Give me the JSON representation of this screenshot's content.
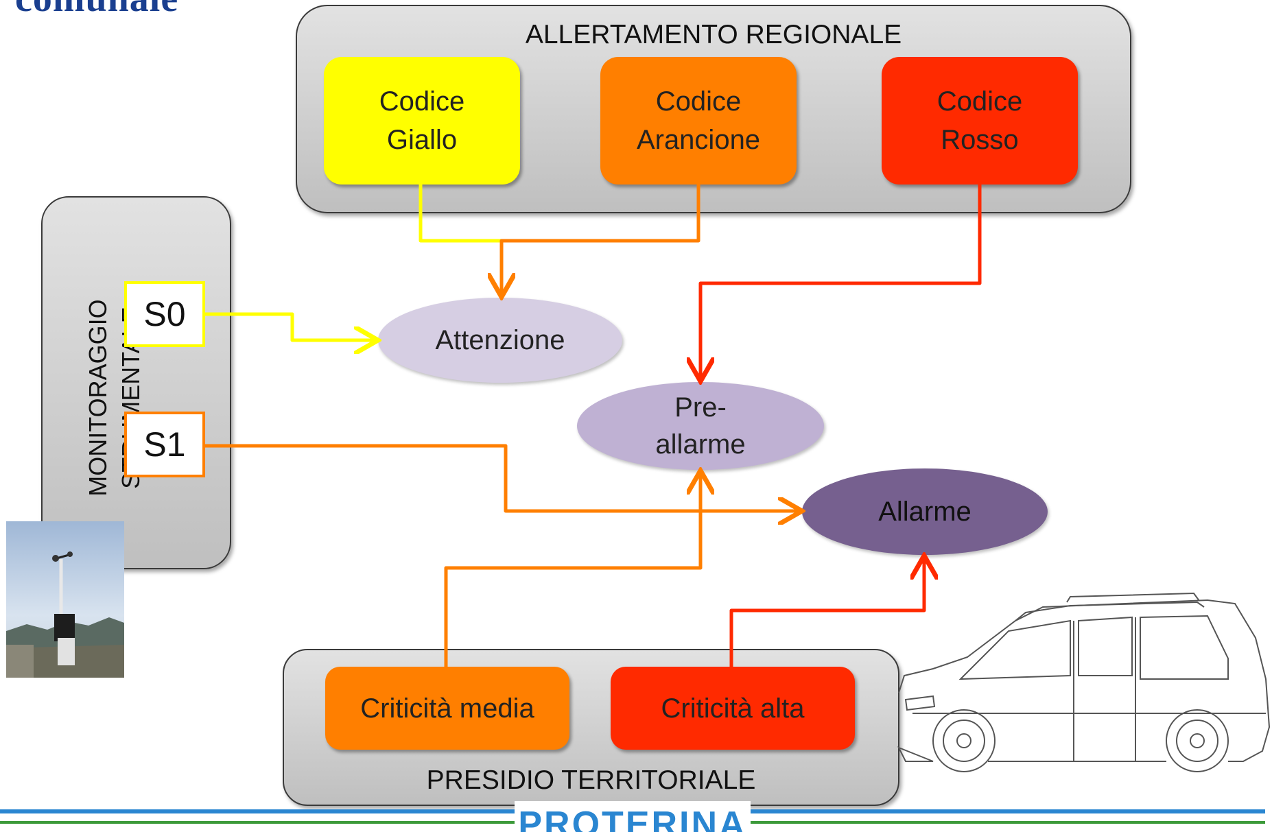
{
  "header": {
    "title_fragment": "comunale"
  },
  "regional": {
    "label": "ALLERTAMENTO REGIONALE",
    "codes": [
      {
        "label": "Codice\nGiallo",
        "color": "#ffff00"
      },
      {
        "label": "Codice\nArancione",
        "color": "#ff7f00"
      },
      {
        "label": "Codice\nRosso",
        "color": "#ff2a00"
      }
    ]
  },
  "monitoring": {
    "label_line1": "MONITORAGGIO",
    "label_line2": "STRUMENTALE",
    "s0": "S0",
    "s1": "S1"
  },
  "states": {
    "attenzione": "Attenzione",
    "preallarme": "Pre-\nallarme",
    "allarme": "Allarme"
  },
  "territorial": {
    "label": "PRESIDIO TERRITORIALE",
    "media": "Criticità media",
    "alta": "Criticità alta"
  },
  "footer": {
    "logo_text": "PROTERINA"
  },
  "colors": {
    "yellow": "#ffff00",
    "orange": "#ff7f00",
    "red": "#ff2a00",
    "attenzione": "#d6cee3",
    "preallarme": "#bfb1d3",
    "allarme": "#76608f",
    "footer_blue": "#2a86d1",
    "footer_green": "#3c9a3a"
  }
}
